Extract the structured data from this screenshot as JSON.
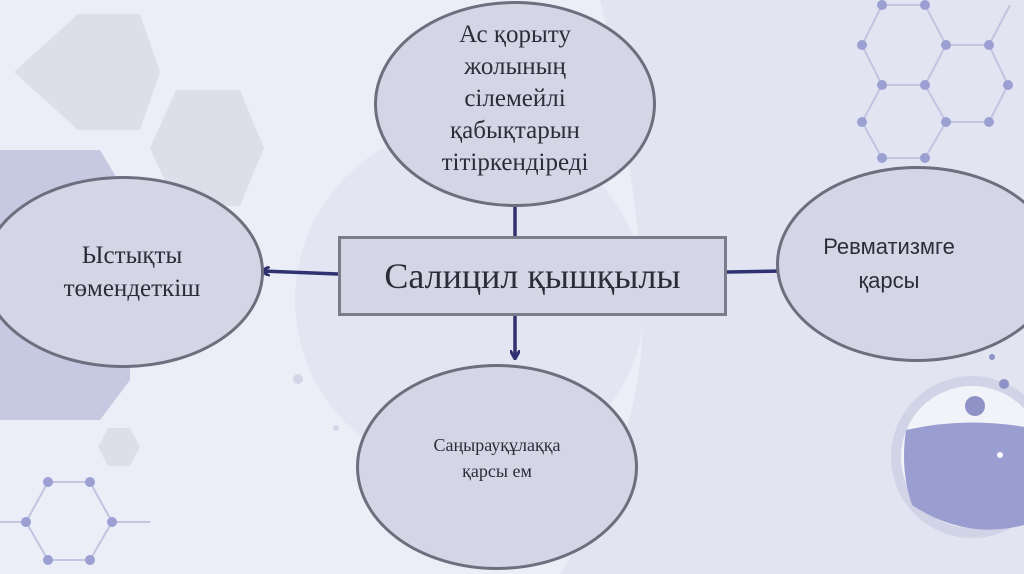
{
  "diagram": {
    "center": {
      "label": "Салицил қышқылы"
    },
    "nodes": {
      "top": "Ас қорыту\nжолының\nсілемейлі\nқабықтарын\nтітіркендіреді",
      "left": "Ыстықты\nтөмендеткіш",
      "right": "Ревматизмге\nқарсы",
      "bottom": "Саңырауқұлаққа\nқарсы ем"
    }
  },
  "colors": {
    "background": "#eceef7",
    "node_fill": "#d4d6e6",
    "node_border": "#6d6f7e",
    "arrow": "#2f3170",
    "decor_accent": "#8f92c6"
  }
}
